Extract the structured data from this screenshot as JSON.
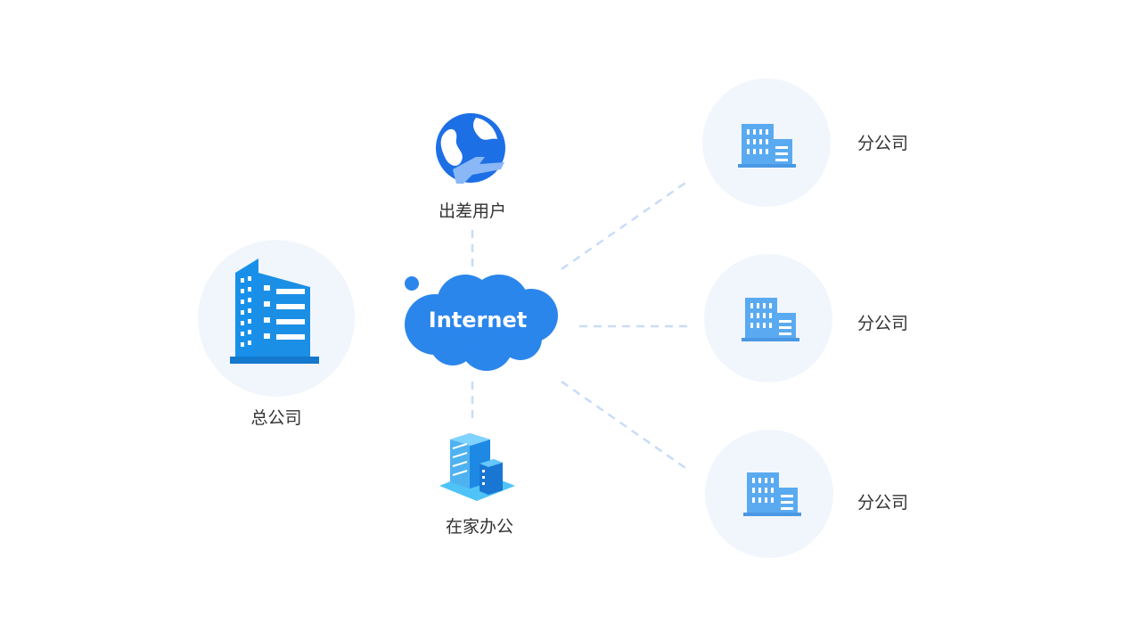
{
  "diagram": {
    "center": {
      "label": "Internet"
    },
    "headquarters": {
      "label": "总公司"
    },
    "travel_user": {
      "label": "出差用户"
    },
    "home_office": {
      "label": "在家办公"
    },
    "branches": [
      {
        "label": "分公司"
      },
      {
        "label": "分公司"
      },
      {
        "label": "分公司"
      }
    ]
  },
  "colors": {
    "cloud": "#2b86ec",
    "circle_bg": "#f1f6fd",
    "hq_icon": "#1890ea",
    "branch_icon": "#5aaaf2",
    "globe": "#1d6fe6",
    "connector": "#c9dcf7",
    "server_top": "#4fc3f7",
    "server_side": "#1e88e5",
    "text": "#333333"
  },
  "icons": {
    "headquarters": "office-tower-icon",
    "travel_user": "globe-plane-icon",
    "home_office": "server-stack-icon",
    "branch": "building-icon",
    "center": "cloud-icon"
  }
}
